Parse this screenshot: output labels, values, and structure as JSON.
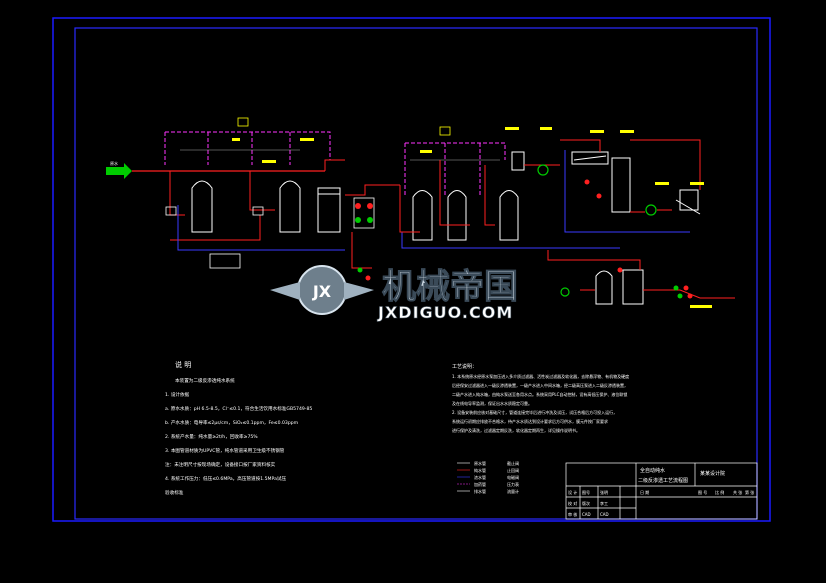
{
  "drawing": {
    "background": "#000000",
    "colors": {
      "frame": "#1a1aff",
      "pipe_red": "#ff2020",
      "pipe_magenta": "#ff33ff",
      "pipe_blue": "#3a3aff",
      "equipment": "#ffffff",
      "instrument": "#ffff00",
      "valve_green": "#00cc00",
      "text": "#ffffff"
    },
    "notes_left": {
      "title": "说 明",
      "lines": [
        "本装置为二级反渗透纯水系统",
        "1. 设计依据",
        "a. 原水水质：pH 6.5-8.5，Cl⁻≤0.1，符合生活饮用水标准GB5749-85",
        "b. 产水水质：电导率≤2μs/cm，SiO₂≤0.1ppm，Fe≤0.03ppm",
        "2. 系统产水量：纯水量≥2t/h，回收率≥75%",
        "3. 本图管道材质为UPVC管，纯水管道采用卫生级不锈钢管",
        "   注：未注明尺寸按现场确定，设备接口按厂家资料核实",
        "4. 系统工作压力：低压≤0.6MPa，高压管道按1.5MPa试压",
        "   验收标准"
      ]
    },
    "notes_right": {
      "title": "工艺说明：",
      "lines": [
        "1. 本系统原水经原水泵加压进入多介质过滤器、活性炭过滤器及软化器，去除悬浮物、有机物及硬度",
        "   后经保安过滤器进入一级反渗透装置，一级产水进入中间水箱，经二级高压泵进入二级反渗透装置，",
        "   二级产水进入纯水箱，由纯水泵送至各用水点。系统采用PLC自动控制，设有高低压保护、液位联锁",
        "   及在线电导率监测，保证出水水质稳定可靠。",
        "2. 设备安装前应核对基础尺寸，管道连接完毕后进行冲洗及试压，试压合格后方可投入运行，",
        "   系统运行初期应排放不合格水，待产水水质达到设计要求后方可供水，膜元件按厂家要求",
        "   进行保护及清洗，过滤器定期反洗，软化器定期再生，详见操作说明书。"
      ]
    },
    "legend": {
      "items": [
        "原水管",
        "纯水管",
        "浓水管",
        "加药管",
        "排水管"
      ],
      "symbols": [
        "截止阀",
        "止回阀",
        "电磁阀",
        "压力表",
        "流量计"
      ]
    },
    "title_block": {
      "company": "某某设计院",
      "title_line1": "全自动纯水",
      "title_line2": "二级反渗透工艺流程图",
      "role_labels": [
        "设 计",
        "校 对",
        "审 核"
      ],
      "role_values": [
        "张明",
        "李工",
        "CAD"
      ],
      "dates": [
        "日 期"
      ],
      "sheet_labels": [
        "图 号",
        "比 例",
        "共 张",
        "第 张"
      ],
      "codes": [
        "图号",
        "版次",
        "CAD"
      ]
    },
    "watermark": {
      "main": "机械帝国",
      "sub": "JXDIGUO.COM",
      "emblem": "JX"
    },
    "inlet_label": "原水"
  }
}
